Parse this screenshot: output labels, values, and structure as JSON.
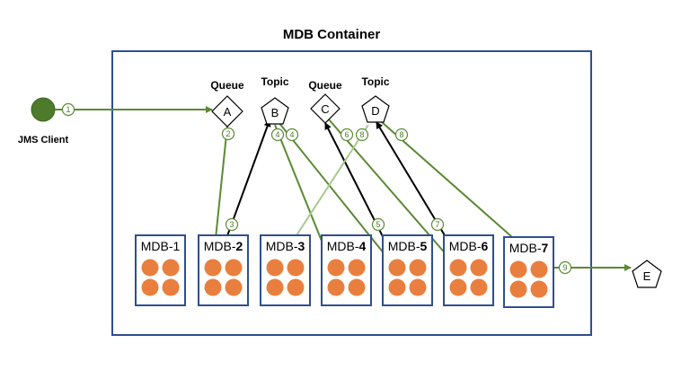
{
  "title": "MDB Container",
  "client": {
    "label": "JMS Client"
  },
  "destinations": [
    {
      "key": "A",
      "kind": "Queue",
      "shape": "diamond"
    },
    {
      "key": "B",
      "kind": "Topic",
      "shape": "pentagon"
    },
    {
      "key": "C",
      "kind": "Queue",
      "shape": "diamond"
    },
    {
      "key": "D",
      "kind": "Topic",
      "shape": "pentagon"
    },
    {
      "key": "E",
      "kind": "",
      "shape": "pentagon"
    }
  ],
  "mdbs": [
    {
      "prefix": "MDB-",
      "num": "1",
      "bold": false
    },
    {
      "prefix": "MDB-",
      "num": "2",
      "bold": true
    },
    {
      "prefix": "MDB-",
      "num": "3",
      "bold": true
    },
    {
      "prefix": "MDB-",
      "num": "4",
      "bold": true
    },
    {
      "prefix": "MDB-",
      "num": "5",
      "bold": true
    },
    {
      "prefix": "MDB-",
      "num": "6",
      "bold": true
    },
    {
      "prefix": "MDB-",
      "num": "7",
      "bold": true
    }
  ],
  "steps": [
    "1",
    "2",
    "3",
    "4",
    "4",
    "5",
    "6",
    "7",
    "8",
    "8",
    "9"
  ],
  "colors": {
    "flow": "#5b8a33",
    "reply": "#000000",
    "light": "#a9c98f",
    "bean": "#e97f3e",
    "border": "#2f4f8f",
    "client": "#4e7a2c"
  }
}
